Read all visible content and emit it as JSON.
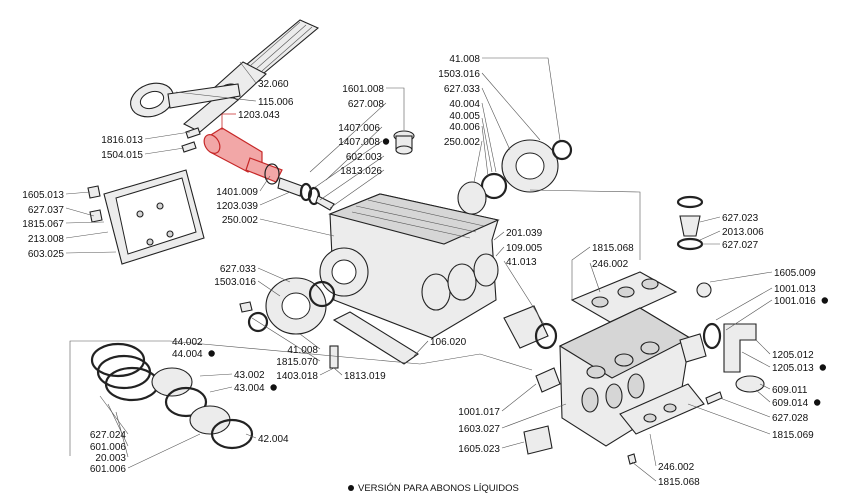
{
  "callouts": [
    {
      "id": "c-32060",
      "text": "32.060",
      "anchor": "start",
      "bullet": false
    },
    {
      "id": "c-115006",
      "text": "115.006",
      "anchor": "start",
      "bullet": false
    },
    {
      "id": "c-1203043",
      "text": "1203.043",
      "anchor": "start",
      "bullet": false,
      "highlight": true
    },
    {
      "id": "c-1816013",
      "text": "1816.013",
      "anchor": "end",
      "bullet": false
    },
    {
      "id": "c-1504015",
      "text": "1504.015",
      "anchor": "end",
      "bullet": false
    },
    {
      "id": "c-1605013",
      "text": "1605.013",
      "anchor": "end",
      "bullet": false
    },
    {
      "id": "c-627037",
      "text": "627.037",
      "anchor": "end",
      "bullet": false
    },
    {
      "id": "c-1815067",
      "text": "1815.067",
      "anchor": "end",
      "bullet": false
    },
    {
      "id": "c-213008",
      "text": "213.008",
      "anchor": "end",
      "bullet": false
    },
    {
      "id": "c-603025",
      "text": "603.025",
      "anchor": "end",
      "bullet": false
    },
    {
      "id": "c-1401009",
      "text": "1401.009",
      "anchor": "end",
      "bullet": false
    },
    {
      "id": "c-1203039",
      "text": "1203.039",
      "anchor": "end",
      "bullet": false
    },
    {
      "id": "c-250002a",
      "text": "250.002",
      "anchor": "end",
      "bullet": false
    },
    {
      "id": "c-1601008",
      "text": "1601.008",
      "anchor": "end",
      "bullet": false
    },
    {
      "id": "c-627008",
      "text": "627.008",
      "anchor": "end",
      "bullet": false
    },
    {
      "id": "c-1407006",
      "text": "1407.006",
      "anchor": "end",
      "bullet": false
    },
    {
      "id": "c-1407008",
      "text": "1407.008",
      "anchor": "end",
      "bullet": true
    },
    {
      "id": "c-602003",
      "text": "602.003",
      "anchor": "end",
      "bullet": false
    },
    {
      "id": "c-1813026",
      "text": "1813.026",
      "anchor": "end",
      "bullet": false
    },
    {
      "id": "c-41008a",
      "text": "41.008",
      "anchor": "end",
      "bullet": false
    },
    {
      "id": "c-1503016a",
      "text": "1503.016",
      "anchor": "end",
      "bullet": false
    },
    {
      "id": "c-627033a",
      "text": "627.033",
      "anchor": "end",
      "bullet": false
    },
    {
      "id": "c-40004",
      "text": "40.004",
      "anchor": "end",
      "bullet": false
    },
    {
      "id": "c-40005",
      "text": "40.005",
      "anchor": "end",
      "bullet": false
    },
    {
      "id": "c-40006",
      "text": "40.006",
      "anchor": "end",
      "bullet": false
    },
    {
      "id": "c-250002b",
      "text": "250.002",
      "anchor": "end",
      "bullet": false
    },
    {
      "id": "c-201039",
      "text": "201.039",
      "anchor": "start",
      "bullet": false
    },
    {
      "id": "c-109005",
      "text": "109.005",
      "anchor": "start",
      "bullet": false
    },
    {
      "id": "c-41013",
      "text": "41.013",
      "anchor": "start",
      "bullet": false
    },
    {
      "id": "c-1815068a",
      "text": "1815.068",
      "anchor": "start",
      "bullet": false
    },
    {
      "id": "c-246002a",
      "text": "246.002",
      "anchor": "start",
      "bullet": false
    },
    {
      "id": "c-627023",
      "text": "627.023",
      "anchor": "start",
      "bullet": false
    },
    {
      "id": "c-2013006",
      "text": "2013.006",
      "anchor": "start",
      "bullet": false
    },
    {
      "id": "c-627027",
      "text": "627.027",
      "anchor": "start",
      "bullet": false
    },
    {
      "id": "c-1605009",
      "text": "1605.009",
      "anchor": "start",
      "bullet": false
    },
    {
      "id": "c-1001013",
      "text": "1001.013",
      "anchor": "start",
      "bullet": false
    },
    {
      "id": "c-1001016",
      "text": "1001.016",
      "anchor": "start",
      "bullet": true
    },
    {
      "id": "c-627033b",
      "text": "627.033",
      "anchor": "end",
      "bullet": false
    },
    {
      "id": "c-1503016b",
      "text": "1503.016",
      "anchor": "end",
      "bullet": false
    },
    {
      "id": "c-41008b",
      "text": "41.008",
      "anchor": "end",
      "bullet": false
    },
    {
      "id": "c-1815070",
      "text": "1815.070",
      "anchor": "end",
      "bullet": false
    },
    {
      "id": "c-1403018",
      "text": "1403.018",
      "anchor": "end",
      "bullet": false
    },
    {
      "id": "c-1813019",
      "text": "1813.019",
      "anchor": "start",
      "bullet": false
    },
    {
      "id": "c-106020",
      "text": "106.020",
      "anchor": "start",
      "bullet": false
    },
    {
      "id": "c-44002",
      "text": "44.002",
      "anchor": "start",
      "bullet": false
    },
    {
      "id": "c-44004",
      "text": "44.004",
      "anchor": "start",
      "bullet": true
    },
    {
      "id": "c-43002",
      "text": "43.002",
      "anchor": "start",
      "bullet": false
    },
    {
      "id": "c-43004",
      "text": "43.004",
      "anchor": "start",
      "bullet": true
    },
    {
      "id": "c-627024",
      "text": "627.024",
      "anchor": "end",
      "bullet": false
    },
    {
      "id": "c-601006a",
      "text": "601.006",
      "anchor": "end",
      "bullet": false
    },
    {
      "id": "c-20003",
      "text": "20.003",
      "anchor": "end",
      "bullet": false
    },
    {
      "id": "c-601006b",
      "text": "601.006",
      "anchor": "end",
      "bullet": false
    },
    {
      "id": "c-42004",
      "text": "42.004",
      "anchor": "start",
      "bullet": false
    },
    {
      "id": "c-1001017",
      "text": "1001.017",
      "anchor": "end",
      "bullet": false
    },
    {
      "id": "c-1603027",
      "text": "1603.027",
      "anchor": "end",
      "bullet": false
    },
    {
      "id": "c-1605023",
      "text": "1605.023",
      "anchor": "end",
      "bullet": false
    },
    {
      "id": "c-1205012",
      "text": "1205.012",
      "anchor": "start",
      "bullet": false
    },
    {
      "id": "c-1205013",
      "text": "1205.013",
      "anchor": "start",
      "bullet": true
    },
    {
      "id": "c-609011",
      "text": "609.011",
      "anchor": "start",
      "bullet": false
    },
    {
      "id": "c-609014",
      "text": "609.014",
      "anchor": "start",
      "bullet": true
    },
    {
      "id": "c-627028",
      "text": "627.028",
      "anchor": "start",
      "bullet": false
    },
    {
      "id": "c-1815069",
      "text": "1815.069",
      "anchor": "start",
      "bullet": false
    },
    {
      "id": "c-246002b",
      "text": "246.002",
      "anchor": "start",
      "bullet": false
    },
    {
      "id": "c-1815068b",
      "text": "1815.068",
      "anchor": "start",
      "bullet": false
    }
  ],
  "footnote": {
    "bullet": "●",
    "text": "VERSIÓN PARA ABONOS LÍQUIDOS"
  }
}
